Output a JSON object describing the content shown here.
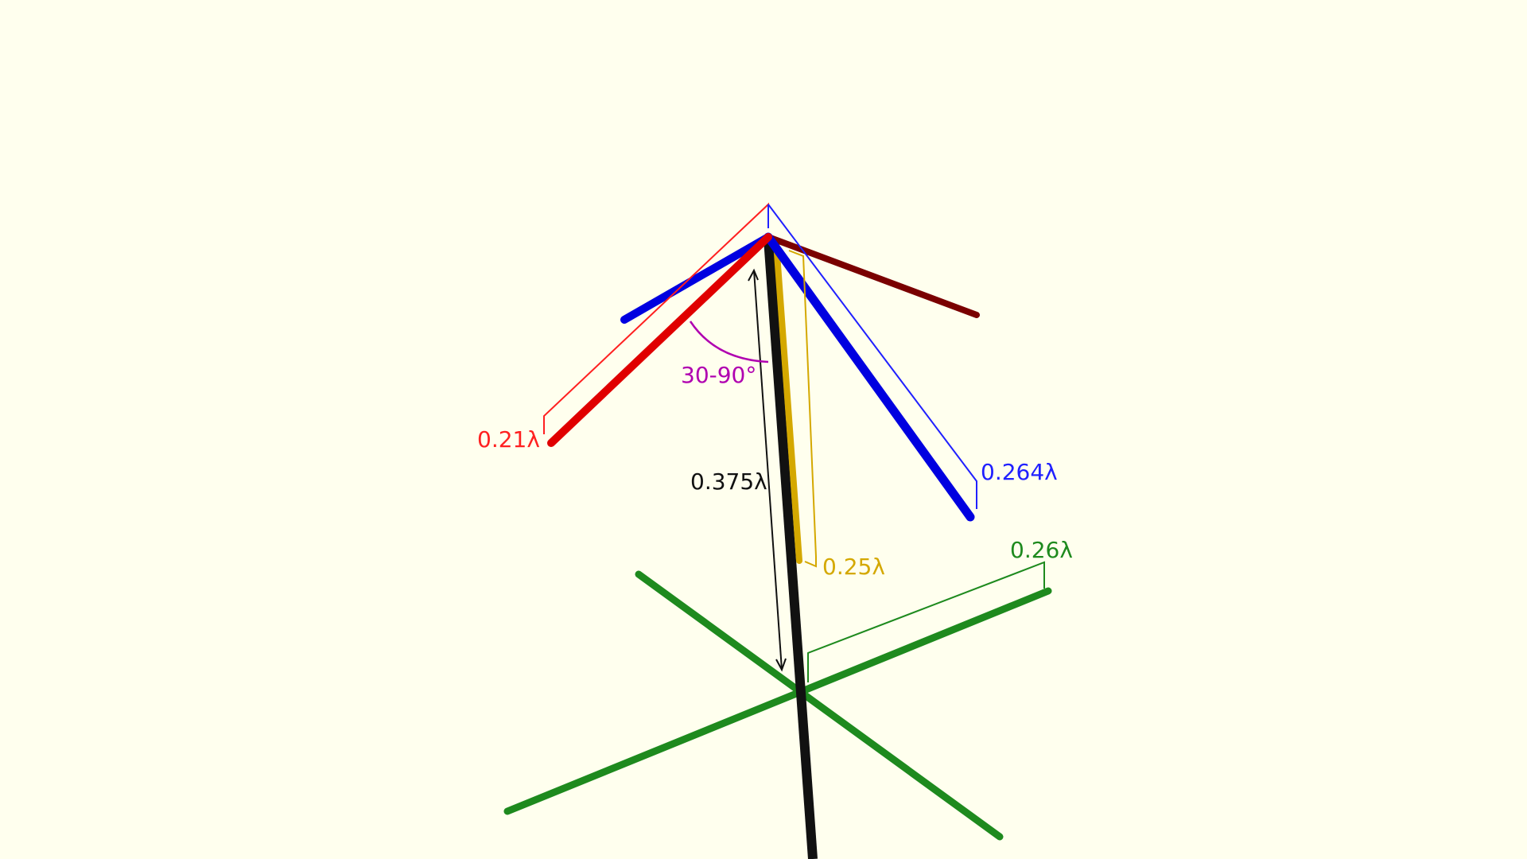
{
  "colors": {
    "background": "#FFFFEE",
    "mast": "#111111",
    "red_element": "#E00000",
    "dark_red_element": "#7A0000",
    "blue_element": "#0000E0",
    "yellow_element": "#D4A800",
    "green_radial": "#1E8A1E",
    "angle_marker": "#B000B0"
  },
  "labels": {
    "red_length": "0.21λ",
    "blue_length": "0.264λ",
    "angle": "30-90°",
    "mast_height": "0.375λ",
    "yellow_length": "0.25λ",
    "green_length": "0.26λ"
  }
}
